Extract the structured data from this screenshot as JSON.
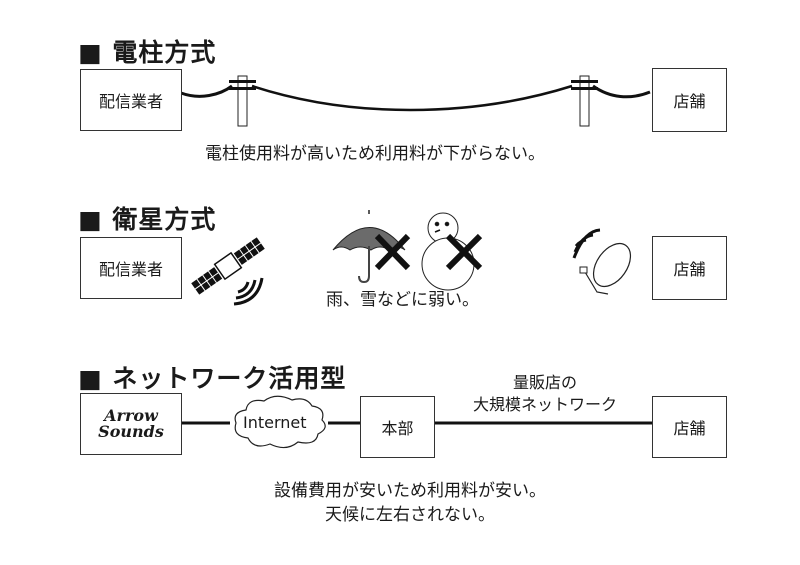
{
  "sections": {
    "pole": {
      "heading": "■ 電柱方式",
      "source_box": "配信業者",
      "dest_box": "店舗",
      "caption": "電柱使用料が高いため利用料が下がらない。"
    },
    "satellite": {
      "heading": "■ 衛星方式",
      "source_box": "配信業者",
      "dest_box": "店舗",
      "caption": "雨、雪などに弱い。",
      "icons": [
        "satellite-icon",
        "umbrella-icon",
        "snowman-icon",
        "cross-icon",
        "dish-antenna-icon"
      ]
    },
    "network": {
      "heading": "■ ネットワーク活用型",
      "logo_line1": "Arrow",
      "logo_line2": "Sounds",
      "cloud_label": "Internet",
      "hq_box": "本部",
      "dest_box": "店舗",
      "link_label_line1": "量販店の",
      "link_label_line2": "大規模ネットワーク",
      "caption_line1": "設備費用が安いため利用料が安い。",
      "caption_line2": "天候に左右されない。"
    }
  },
  "colors": {
    "line": "#111111",
    "umbrella": "#6b6b6b",
    "box_border": "#333333"
  }
}
